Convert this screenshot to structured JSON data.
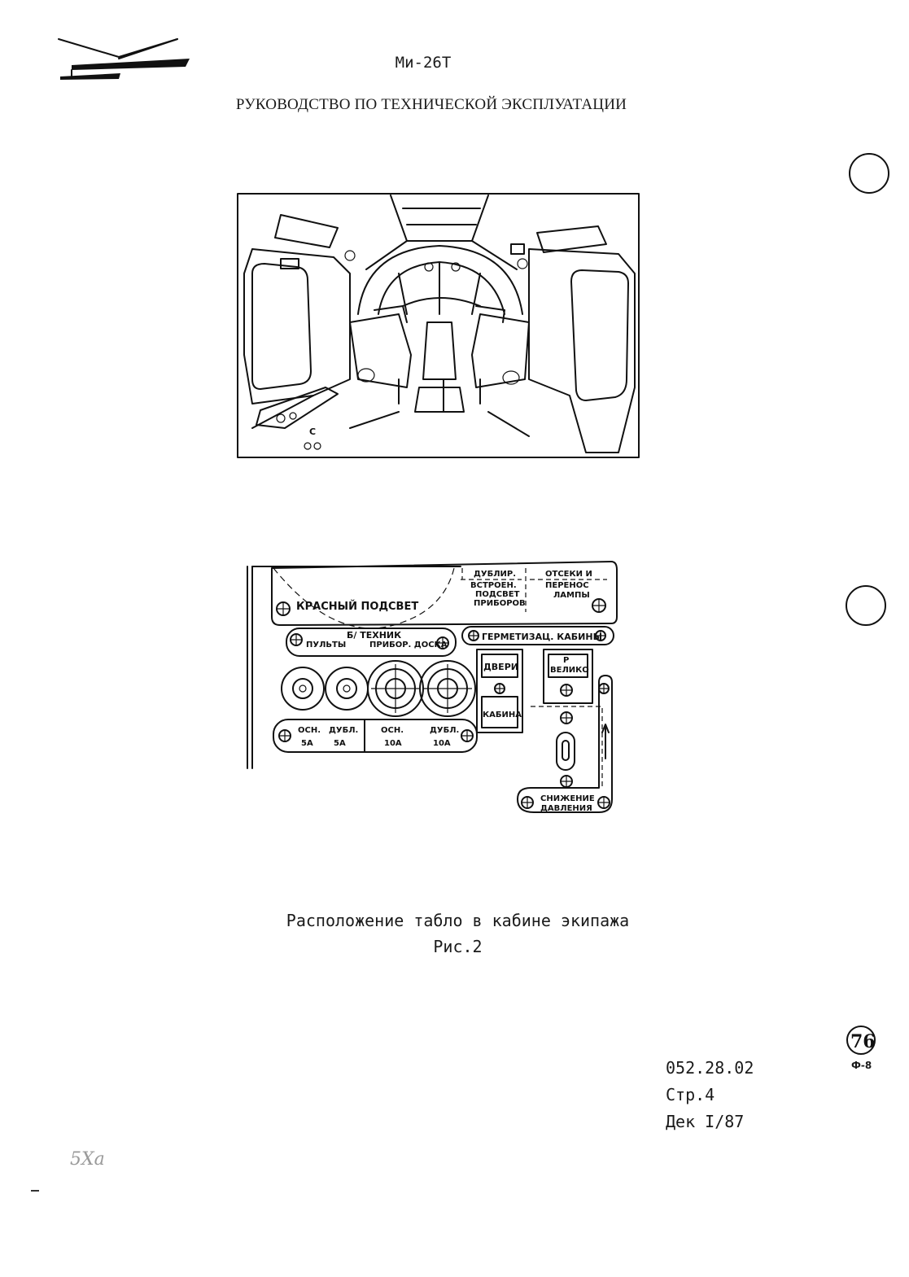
{
  "header": {
    "title": "Ми-26Т",
    "subtitle": "РУКОВОДСТВО ПО ТЕХНИЧЕСКОЙ ЭКСПЛУАТАЦИИ"
  },
  "figure_cockpit": {
    "label_c": "С"
  },
  "panel": {
    "red_light": "КРАСНЫЙ ПОДСВЕТ",
    "dublir": "ДУБЛИР.",
    "builtin_light": [
      "ВСТРОЕН.",
      "ПОДСВЕТ",
      "ПРИБОРОВ"
    ],
    "compartments": "ОТСЕКИ И",
    "portable_lamp": [
      "ПЕРЕНОС",
      "ЛАМПЫ"
    ],
    "b_technik": "Б/ ТЕХНИК",
    "consoles": "ПУЛЬТЫ",
    "instrument_board": "ПРИБОР. ДОСКА",
    "cabin_seal": "ГЕРМЕТИЗАЦ. КАБИНЫ",
    "doors": "ДВЕРИ",
    "cabin": "КАБИНА",
    "p_high": [
      "Р",
      "ВЕЛИКО"
    ],
    "pressure_drop": [
      "СНИЖЕНИЕ",
      "ДАВЛЕНИЯ"
    ],
    "fuses": [
      {
        "name": "ОСН.",
        "rating": "5А"
      },
      {
        "name": "ДУБЛ.",
        "rating": "5А"
      },
      {
        "name": "ОСН.",
        "rating": "10А"
      },
      {
        "name": "ДУБЛ.",
        "rating": "10А"
      }
    ]
  },
  "caption": {
    "line1": "Расположение табло в кабине экипажа",
    "line2": "Рис.2"
  },
  "footer": {
    "doc_code": "052.28.02",
    "page": "Стр.4",
    "date": "Дек I/87"
  },
  "margin": {
    "sheet_number": "76",
    "form_code": "Ф-8",
    "handwritten": "5Ха"
  }
}
